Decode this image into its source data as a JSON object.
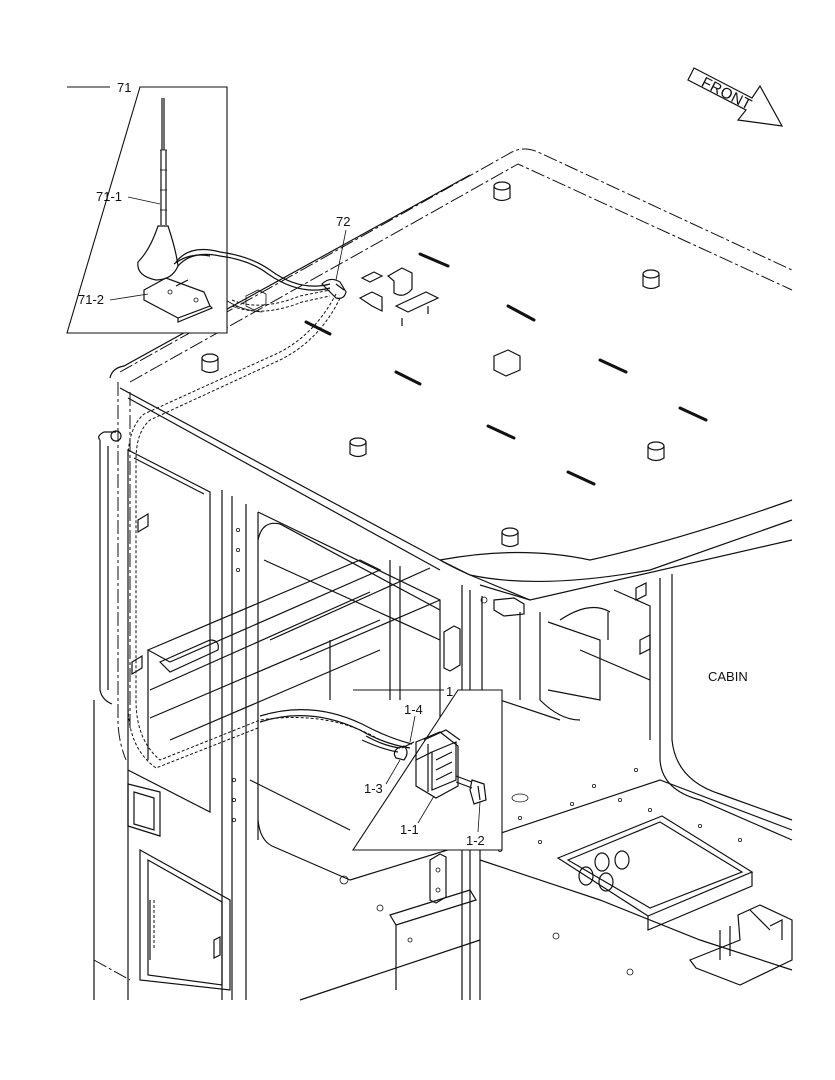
{
  "labels": {
    "front": "FRONT",
    "cabin": "CABIN",
    "antenna_group": "71",
    "antenna_rod": "71-1",
    "antenna_base": "71-2",
    "connector": "72",
    "radio_group": "1",
    "radio_part_1": "1-1",
    "radio_part_2": "1-2",
    "radio_part_3": "1-3",
    "radio_part_4": "1-4"
  }
}
